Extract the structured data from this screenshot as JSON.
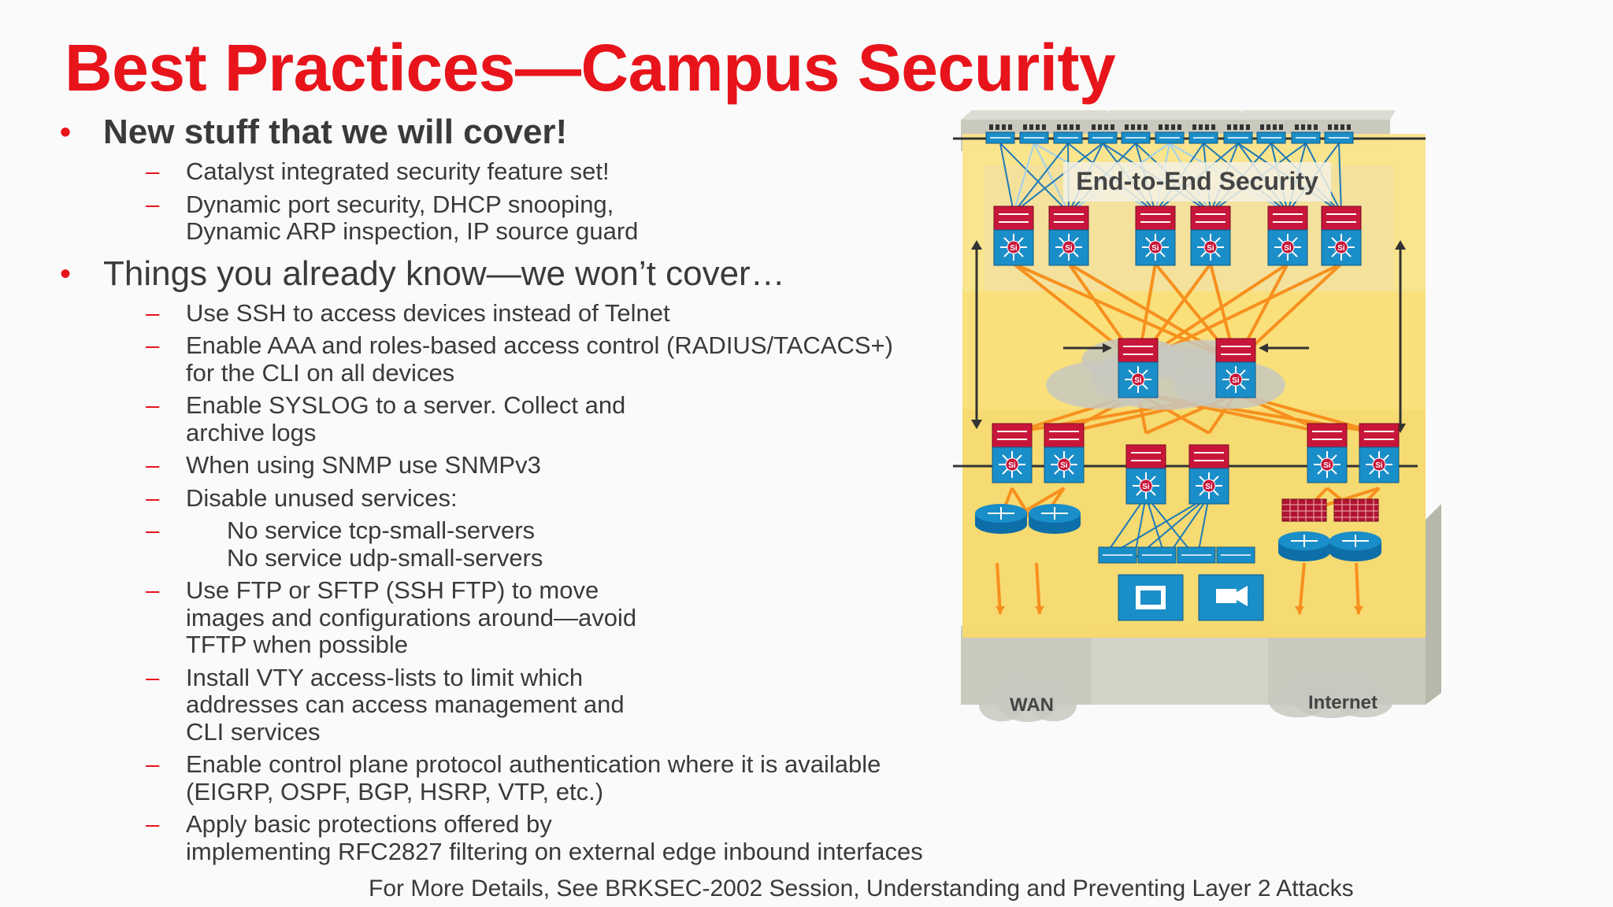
{
  "slide": {
    "title": "Best Practices—Campus Security",
    "sections": [
      {
        "heading": "New stuff that we will cover!",
        "items": [
          {
            "lines": [
              "Catalyst integrated security feature set!"
            ]
          },
          {
            "lines": [
              "Dynamic port security, DHCP snooping,",
              "Dynamic ARP inspection, IP source guard"
            ]
          }
        ]
      },
      {
        "heading": "Things you already know—we won’t cover…",
        "items": [
          {
            "lines": [
              "Use SSH to access devices instead of Telnet"
            ]
          },
          {
            "lines": [
              "Enable AAA and roles-based access control (RADIUS/TACACS+)",
              "for the CLI on all devices"
            ]
          },
          {
            "lines": [
              "Enable SYSLOG to a server. Collect and",
              "archive logs"
            ]
          },
          {
            "lines": [
              "When using SNMP use SNMPv3"
            ]
          },
          {
            "lines": [
              "Disable unused services:"
            ]
          },
          {
            "lines": [
              "No service tcp-small-servers",
              "No service udp-small-servers"
            ]
          },
          {
            "lines": [
              "Use FTP or SFTP (SSH FTP) to move",
              "images and configurations around—avoid",
              "TFTP when possible"
            ]
          },
          {
            "lines": [
              "Install VTY access-lists to limit which",
              "addresses can access management and",
              "CLI services"
            ]
          },
          {
            "lines": [
              "Enable control plane protocol authentication where it is available",
              "(EIGRP, OSPF, BGP, HSRP, VTP, etc.)"
            ]
          },
          {
            "lines": [
              "Apply basic protections offered by",
              "implementing RFC2827 filtering on external edge inbound interfaces"
            ]
          }
        ]
      }
    ],
    "footer": "For More Details, See BRKSEC-2002 Session, Understanding and Preventing Layer 2 Attacks"
  },
  "diagram": {
    "banner": "End-to-End Security",
    "wan_label": "WAN",
    "internet_label": "Internet",
    "switch_badge": "Si",
    "colors": {
      "title_red": "#e8141b",
      "text_gray": "#3a3a3a",
      "panel_yellow": "#f9dd70",
      "link_orange": "#f7901e",
      "link_blue": "#1f7ab8",
      "device_blue": "#1a8ec8",
      "device_red": "#c8163a"
    }
  }
}
